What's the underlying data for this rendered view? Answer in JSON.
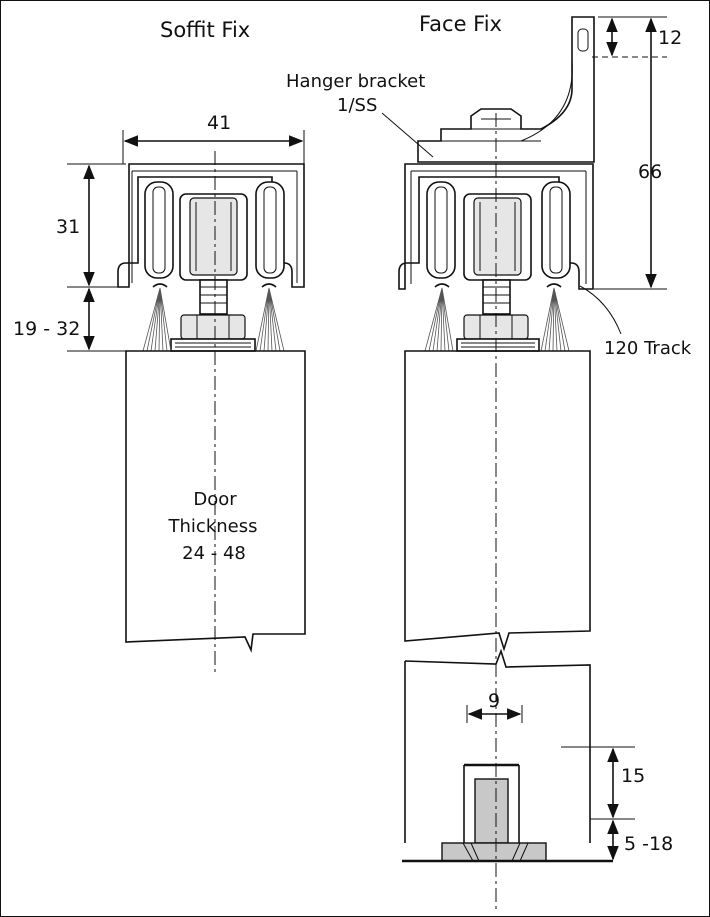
{
  "titles": {
    "soffit_fix": "Soffit Fix",
    "face_fix": "Face Fix"
  },
  "labels": {
    "hanger_bracket_line1": "Hanger bracket",
    "hanger_bracket_line2": "1/SS",
    "track": "120 Track",
    "door_line1": "Door",
    "door_line2": "Thickness",
    "door_line3": "24 - 48"
  },
  "dimensions": {
    "track_width": "41",
    "track_height": "31",
    "gap_range": "19 - 32",
    "bracket_top": "12",
    "bracket_total": "66",
    "guide_width": "9",
    "guide_depth": "15",
    "guide_clearance": "5 -18"
  }
}
